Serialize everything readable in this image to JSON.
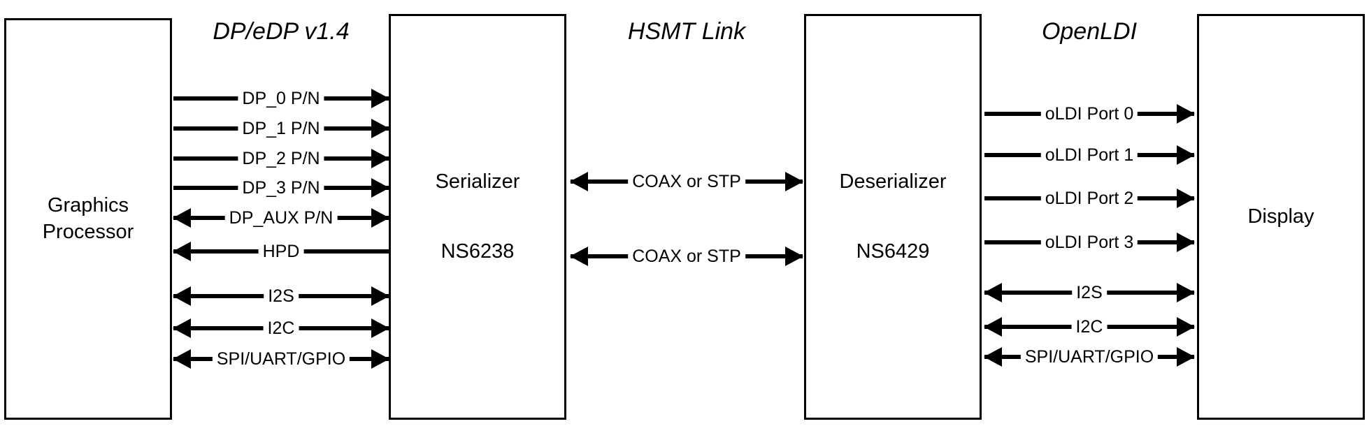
{
  "diagram": {
    "headers": {
      "dp": "DP/eDP v1.4",
      "hsmt": "HSMT Link",
      "oldi": "OpenLDI"
    },
    "boxes": {
      "graphics_processor": {
        "line1": "Graphics",
        "line2": "Processor"
      },
      "serializer": {
        "title": "Serializer",
        "part": "NS6238"
      },
      "deserializer": {
        "title": "Deserializer",
        "part": "NS6429"
      },
      "display": {
        "label": "Display"
      }
    },
    "dp_links": [
      {
        "label": "DP_0 P/N",
        "direction": "right"
      },
      {
        "label": "DP_1 P/N",
        "direction": "right"
      },
      {
        "label": "DP_2 P/N",
        "direction": "right"
      },
      {
        "label": "DP_3 P/N",
        "direction": "right"
      },
      {
        "label": "DP_AUX P/N",
        "direction": "both"
      },
      {
        "label": "HPD",
        "direction": "left"
      },
      {
        "label": "I2S",
        "direction": "both"
      },
      {
        "label": "I2C",
        "direction": "both"
      },
      {
        "label": "SPI/UART/GPIO",
        "direction": "both"
      }
    ],
    "hsmt_links": [
      {
        "label": "COAX or STP",
        "direction": "both"
      },
      {
        "label": "COAX or STP",
        "direction": "both"
      }
    ],
    "oldi_links": [
      {
        "label": "oLDI Port 0",
        "direction": "right"
      },
      {
        "label": "oLDI Port 1",
        "direction": "right"
      },
      {
        "label": "oLDI Port 2",
        "direction": "right"
      },
      {
        "label": "oLDI Port 3",
        "direction": "right"
      },
      {
        "label": "I2S",
        "direction": "both"
      },
      {
        "label": "I2C",
        "direction": "both"
      },
      {
        "label": "SPI/UART/GPIO",
        "direction": "both"
      }
    ]
  }
}
